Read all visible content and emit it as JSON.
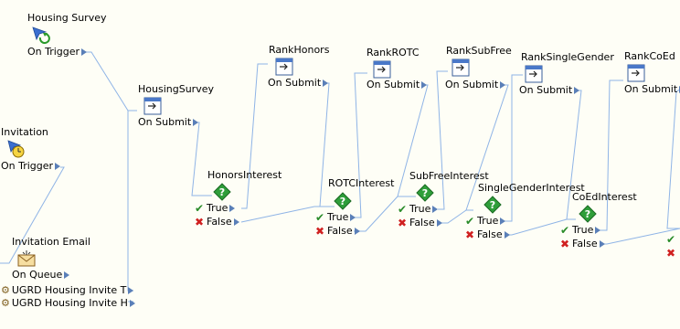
{
  "colors": {
    "wire": "#8fb4e6",
    "port_arrow": "#5a7fb8",
    "decision": "#2f9e3a",
    "true_mark": "#2a8c2a",
    "false_mark": "#d02020"
  },
  "triggers": [
    {
      "title": "Housing Survey",
      "port": "On Trigger",
      "icon": "survey-trigger-icon"
    },
    {
      "title": "Invitation",
      "port": "On Trigger",
      "icon": "scheduled-trigger-icon"
    }
  ],
  "email": {
    "title": "Invitation Email",
    "port": "On Queue",
    "icon": "envelope-icon"
  },
  "sources": [
    "UGRD Housing Invite T",
    "UGRD Housing Invite H"
  ],
  "survey_main": {
    "title": "HousingSurvey",
    "port": "On Submit"
  },
  "surveys": [
    {
      "title": "RankHonors",
      "port": "On Submit"
    },
    {
      "title": "RankROTC",
      "port": "On Submit"
    },
    {
      "title": "RankSubFree",
      "port": "On Submit"
    },
    {
      "title": "RankSingleGender",
      "port": "On Submit"
    },
    {
      "title": "RankCoEd",
      "port": "On Submit"
    }
  ],
  "decisions": [
    {
      "title": "HonorsInterest",
      "true_label": "True",
      "false_label": "False"
    },
    {
      "title": "ROTCInterest",
      "true_label": "True",
      "false_label": "False"
    },
    {
      "title": "SubFreeInterest",
      "true_label": "True",
      "false_label": "False"
    },
    {
      "title": "SingleGenderInterest",
      "true_label": "True",
      "false_label": "False"
    },
    {
      "title": "CoEdInterest",
      "true_label": "True",
      "false_label": "False"
    }
  ]
}
